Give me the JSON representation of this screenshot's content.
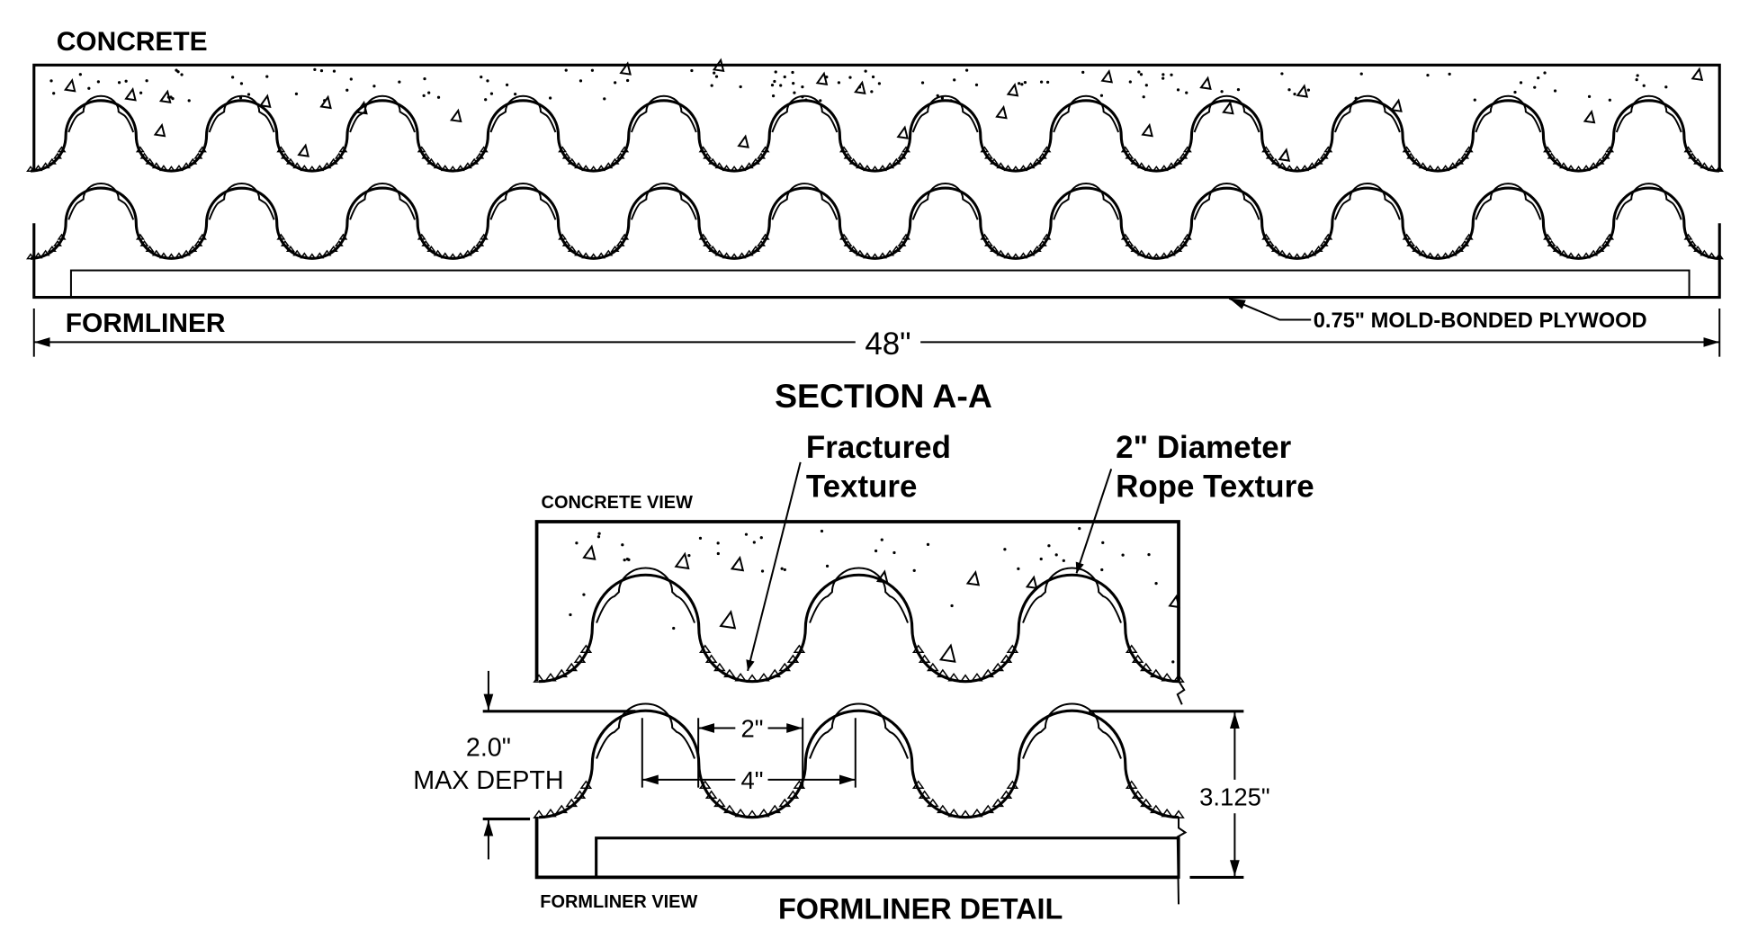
{
  "section": {
    "concrete_label": "CONCRETE",
    "formliner_label": "FORMLINER",
    "plywood_label": "0.75\" MOLD-BONDED PLYWOOD",
    "width_dim": "48\"",
    "title": "SECTION A-A"
  },
  "detail": {
    "fractured_line1": "Fractured",
    "fractured_line2": "Texture",
    "rope_line1": "2\" Diameter",
    "rope_line2": "Rope Texture",
    "concrete_view_label": "CONCRETE VIEW",
    "formliner_view_label": "FORMLINER VIEW",
    "title": "FORMLINER DETAIL",
    "depth_value": "2.0\"",
    "depth_label": "MAX DEPTH",
    "dim_2": "2\"",
    "dim_4": "4\"",
    "dim_total": "3.125\""
  }
}
